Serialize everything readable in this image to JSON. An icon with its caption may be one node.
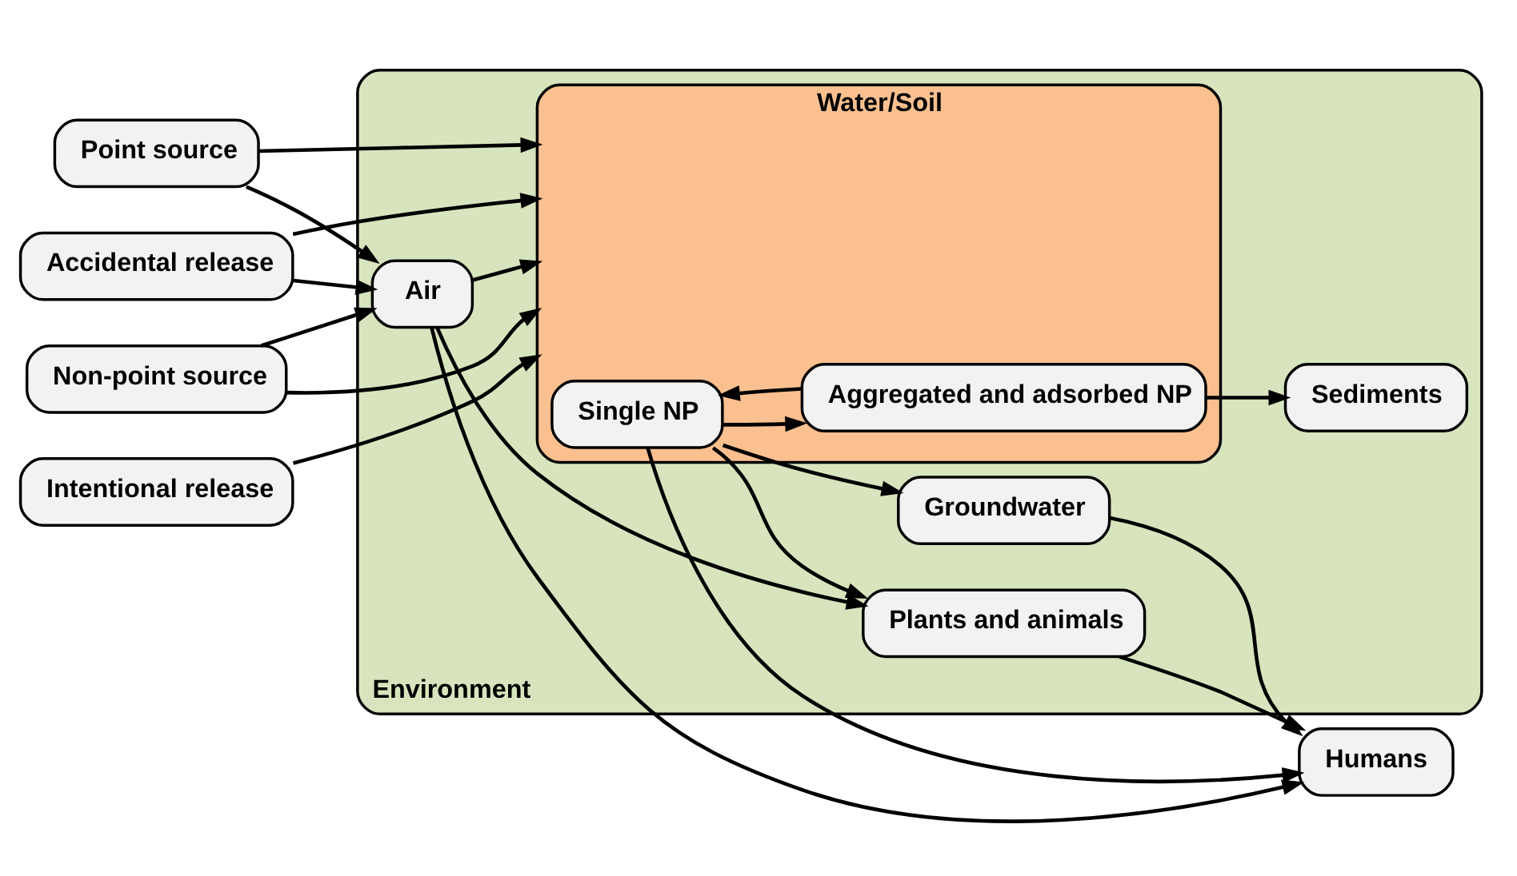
{
  "diagram": {
    "nodes": [
      {
        "text": [
          "Point source"
        ]
      },
      {
        "text": [
          "Accidental release"
        ]
      },
      {
        "text": [
          "Non-point source"
        ]
      },
      {
        "text": [
          "Intentional release"
        ]
      },
      {
        "text": [
          "Environment"
        ]
      },
      {
        "text": [
          "Air"
        ],
        "in": 4
      },
      {
        "text": [
          "Water/Soil"
        ],
        "in": 4
      },
      {
        "text": [
          "Single NP"
        ],
        "in": 6
      },
      {
        "text": [
          "Aggregated and adsorbed NP"
        ],
        "in": 6
      },
      {
        "text": [
          "Humans"
        ]
      },
      {
        "text": [
          "Plants and animals"
        ],
        "in": 4
      },
      {
        "text": [
          "Sediments"
        ],
        "in": 4
      },
      {
        "text": [
          "Groundwater"
        ],
        "in": 4
      }
    ],
    "edges": [
      {
        "from": 0,
        "to": 5,
        "arrow": "to"
      },
      {
        "from": 0,
        "to": 6,
        "arrow": "to"
      },
      {
        "from": 1,
        "to": 5,
        "arrow": "to"
      },
      {
        "from": 1,
        "to": 6,
        "arrow": "to"
      },
      {
        "from": 2,
        "to": 5,
        "arrow": "to"
      },
      {
        "from": 2,
        "to": 6,
        "arrow": "to"
      },
      {
        "from": 3,
        "to": 6,
        "arrow": "to"
      },
      {
        "from": 5,
        "to": 6,
        "arrow": "to"
      },
      {
        "from": 5,
        "to": 9,
        "arrow": "to"
      },
      {
        "from": 5,
        "to": 10,
        "arrow": "to"
      },
      {
        "from": 7,
        "to": 8,
        "arrow": "to"
      },
      {
        "from": 8,
        "to": 7,
        "arrow": "to"
      },
      {
        "from": 7,
        "to": 9,
        "arrow": "to"
      },
      {
        "from": 7,
        "to": 10,
        "arrow": "to"
      },
      {
        "from": 7,
        "to": 12,
        "arrow": "to"
      },
      {
        "from": 8,
        "to": 11,
        "arrow": "to"
      },
      {
        "from": 12,
        "to": 9,
        "arrow": "to"
      },
      {
        "from": 10,
        "to": 9,
        "arrow": "to"
      }
    ]
  }
}
